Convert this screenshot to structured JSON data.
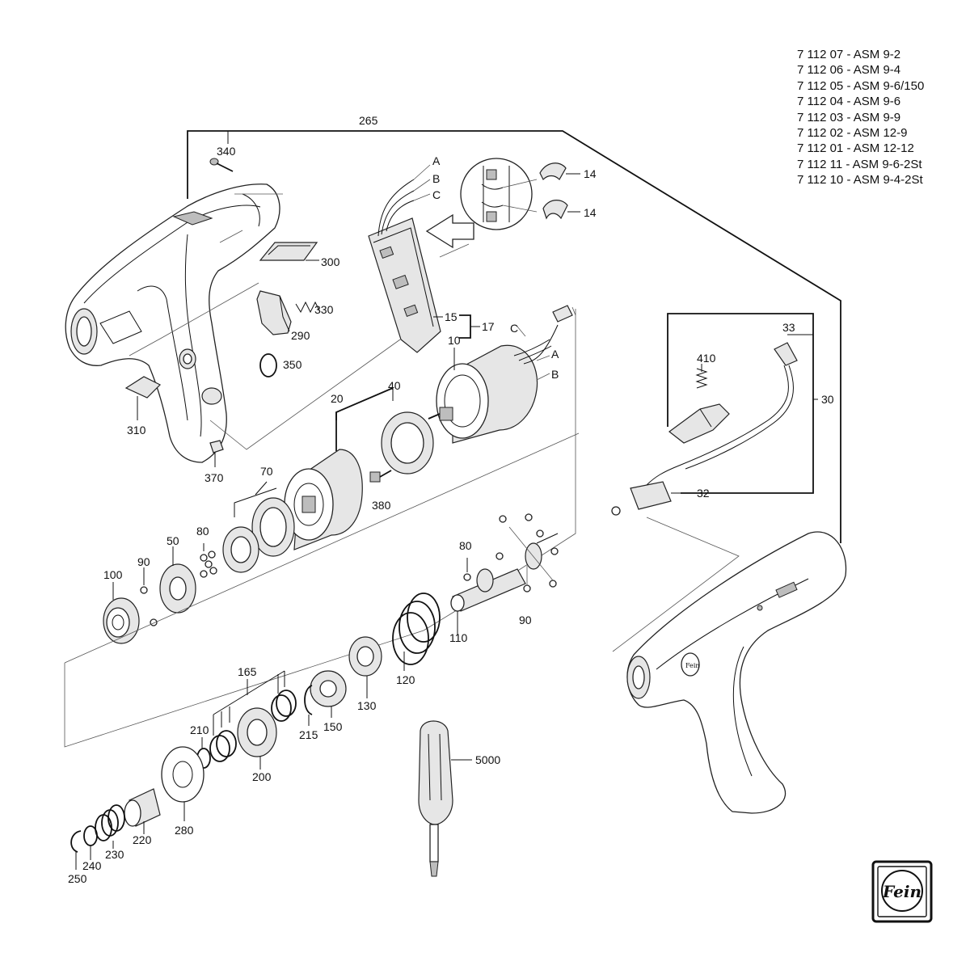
{
  "model_list": [
    "7 112 07 - ASM 9-2",
    "7 112 06 - ASM 9-4",
    "7 112 05 - ASM 9-6/150",
    "7 112 04 - ASM 9-6",
    "7 112 03 - ASM 9-9",
    "7 112 02 - ASM 12-9",
    "7 112 01 - ASM 12-12",
    "7 112 11 - ASM 9-6-2St",
    "7 112 10 - ASM 9-4-2St"
  ],
  "labels": {
    "p265": "265",
    "p340": "340",
    "p300": "300",
    "p330": "330",
    "p290": "290",
    "p350": "350",
    "p310": "310",
    "p370": "370",
    "wA": "A",
    "wB": "B",
    "wC": "C",
    "p14a": "14",
    "p14b": "14",
    "p15": "15",
    "p17": "17",
    "p10": "10",
    "mC": "C",
    "mA": "A",
    "mB": "B",
    "p20": "20",
    "p40": "40",
    "p380": "380",
    "p70": "70",
    "p80a": "80",
    "p50": "50",
    "p90a": "90",
    "p100": "100",
    "p80b": "80",
    "p90b": "90",
    "p110": "110",
    "p120": "120",
    "p130": "130",
    "p150": "150",
    "p165": "165",
    "p210": "210",
    "p215": "215",
    "p200": "200",
    "p280": "280",
    "p220": "220",
    "p230": "230",
    "p240": "240",
    "p250": "250",
    "p5000": "5000",
    "p410": "410",
    "p33": "33",
    "p30": "30",
    "p32": "32"
  },
  "logo": {
    "text": "Fein"
  }
}
